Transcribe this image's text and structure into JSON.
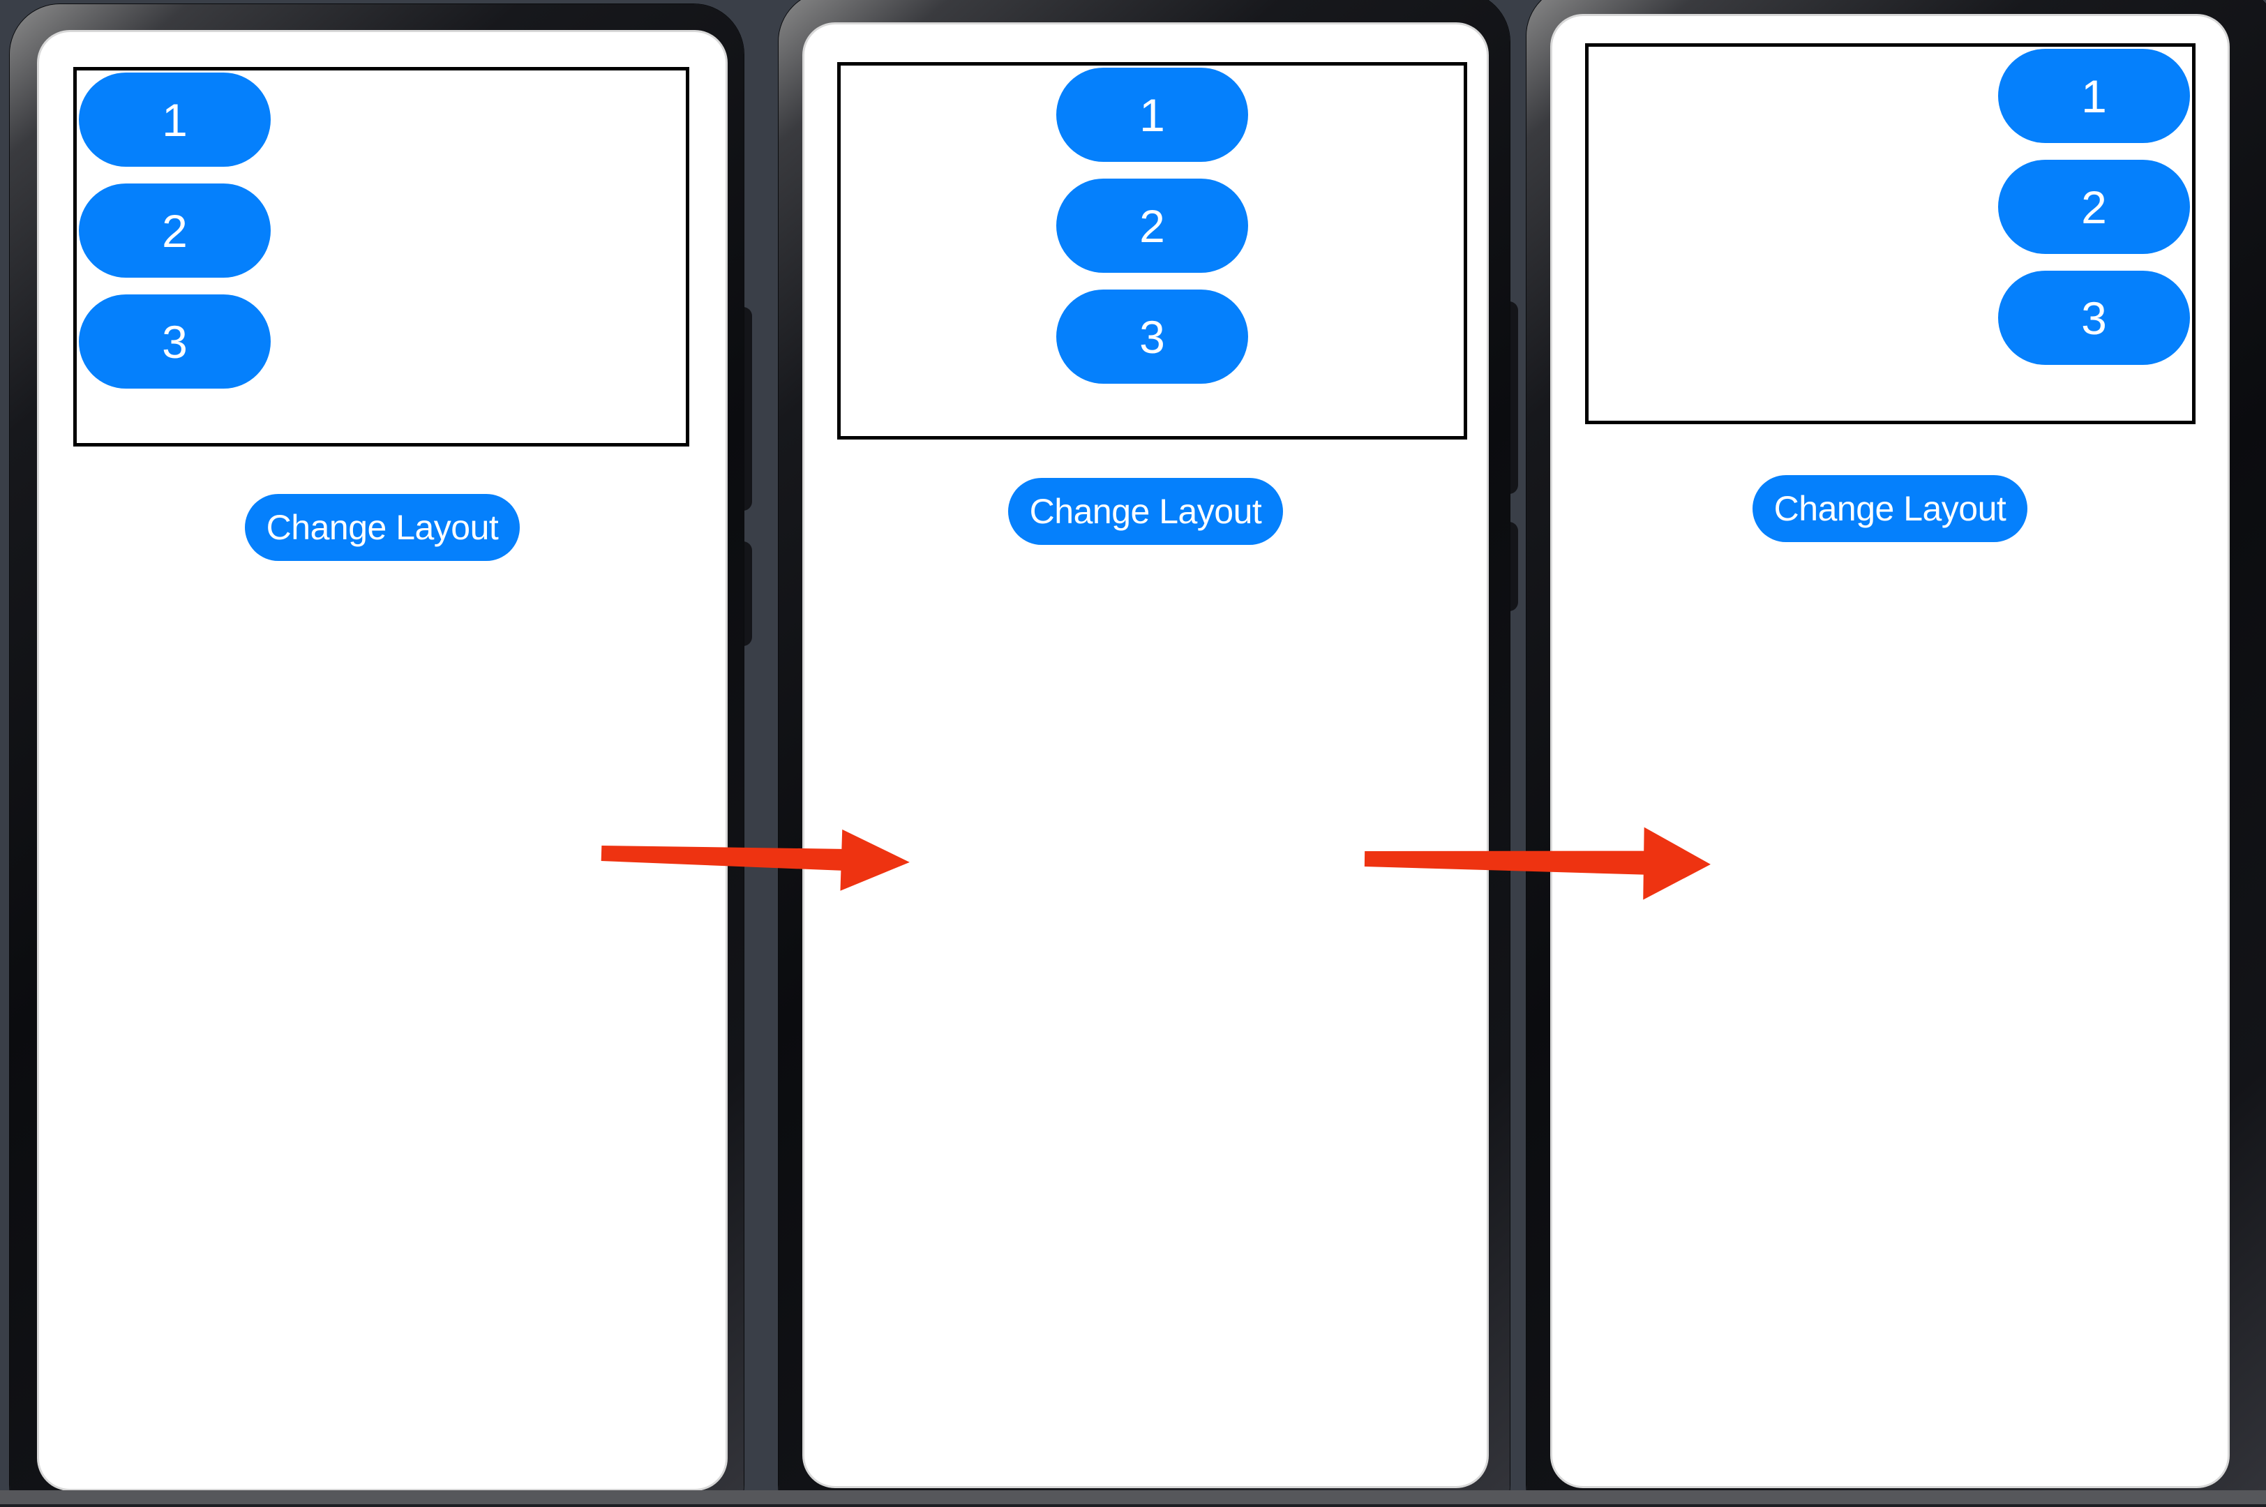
{
  "colors": {
    "pill_blue": "#0580fc",
    "arrow_red": "#ee3311",
    "background_slate": "#3a3f48",
    "screen_white": "#ffffff",
    "container_border": "#000000"
  },
  "phones": [
    {
      "name": "phone-1",
      "pill_alignment": "left",
      "pills": [
        {
          "label": "1"
        },
        {
          "label": "2"
        },
        {
          "label": "3"
        }
      ],
      "button_label": "Change Layout"
    },
    {
      "name": "phone-2",
      "pill_alignment": "center",
      "pills": [
        {
          "label": "1"
        },
        {
          "label": "2"
        },
        {
          "label": "3"
        }
      ],
      "button_label": "Change Layout"
    },
    {
      "name": "phone-3",
      "pill_alignment": "right",
      "pills": [
        {
          "label": "1"
        },
        {
          "label": "2"
        },
        {
          "label": "3"
        }
      ],
      "button_label": "Change Layout"
    }
  ],
  "arrows": [
    {
      "name": "arrow-1",
      "direction": "right"
    },
    {
      "name": "arrow-2",
      "direction": "right"
    }
  ]
}
